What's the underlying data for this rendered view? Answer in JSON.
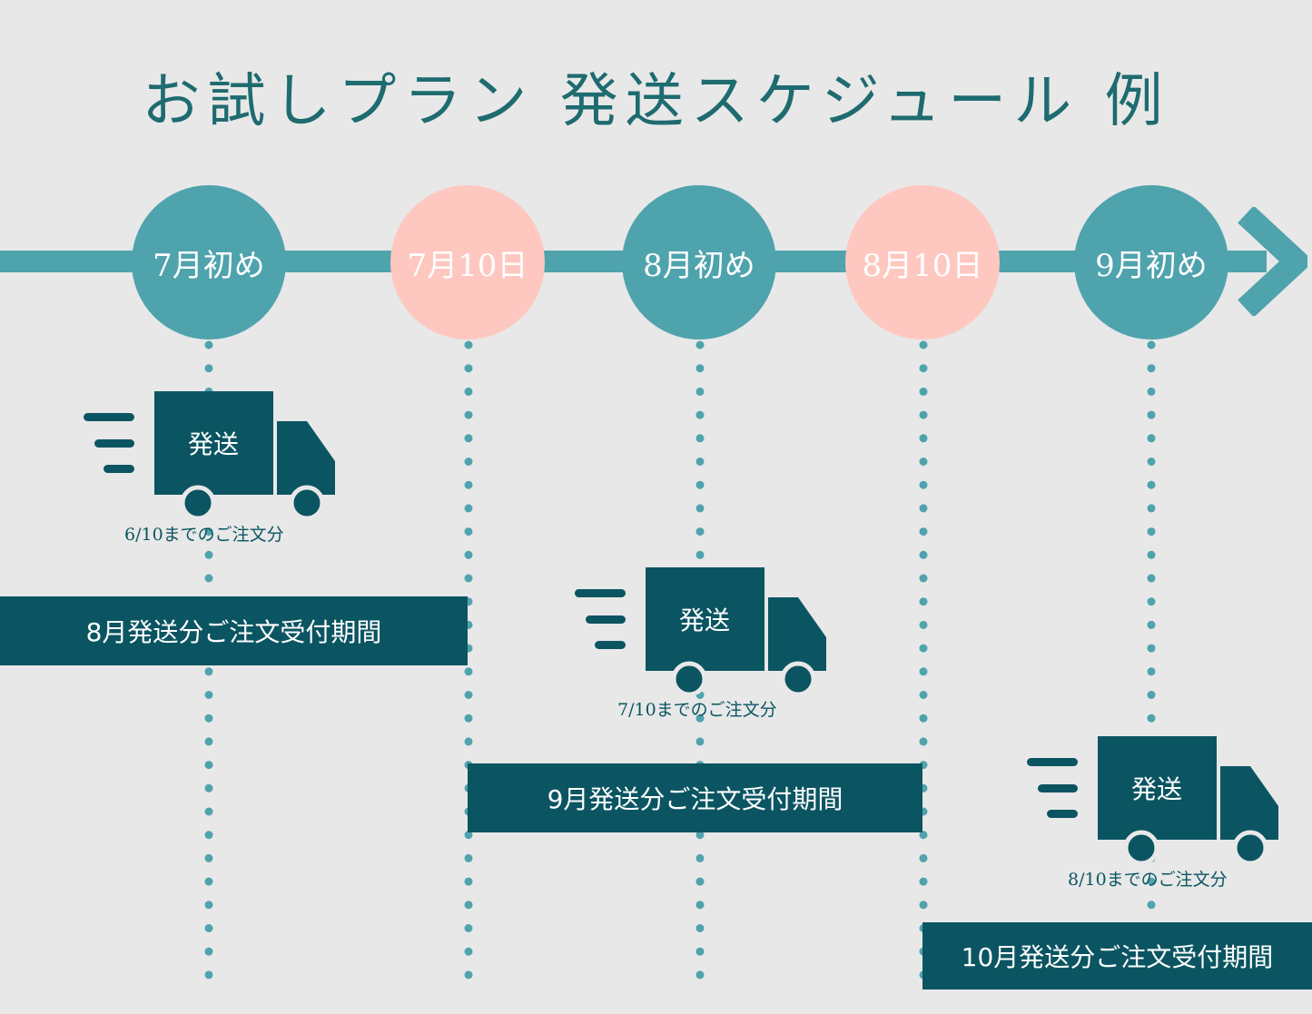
{
  "title": "お試しプラン 発送スケジュール 例",
  "colors": {
    "background": "#e8e8e8",
    "teal": "#4fa3ad",
    "pink": "#fec8c0",
    "dark": "#0b5562",
    "title": "#1e6b70"
  },
  "milestones": [
    {
      "label": "7月初め",
      "kind": "shipping"
    },
    {
      "label": "7月10日",
      "kind": "deadline"
    },
    {
      "label": "8月初め",
      "kind": "shipping"
    },
    {
      "label": "8月10日",
      "kind": "deadline"
    },
    {
      "label": "9月初め",
      "kind": "shipping"
    }
  ],
  "shipments": [
    {
      "label": "発送",
      "note": "6/10までのご注文分",
      "icon": "truck-icon"
    },
    {
      "label": "発送",
      "note": "7/10までのご注文分",
      "icon": "truck-icon"
    },
    {
      "label": "発送",
      "note": "8/10までのご注文分",
      "icon": "truck-icon"
    }
  ],
  "periods": [
    {
      "label": "8月発送分ご注文受付期間"
    },
    {
      "label": "9月発送分ご注文受付期間"
    },
    {
      "label": "10月発送分ご注文受付期間"
    }
  ]
}
